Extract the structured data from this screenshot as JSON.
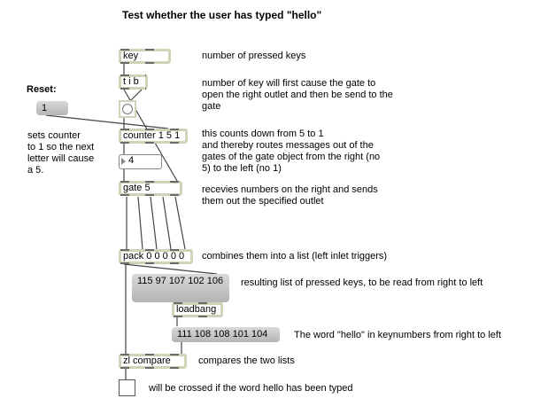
{
  "title": "Test whether the user has typed \"hello\"",
  "reset_label": "Reset:",
  "objects": {
    "key": "key",
    "tib": "t i b",
    "counter": "counter 1 5 1",
    "gate": "gate 5",
    "pack": "pack 0 0 0 0 0",
    "loadbang": "loadbang",
    "zl": "zl compare"
  },
  "messages": {
    "reset_one": "1",
    "pressed_list": "115 97 107 102 106",
    "hello_list": "111 108 108 101 104"
  },
  "number_box": "4",
  "comments": {
    "key": "number of pressed keys",
    "tib": "number of key will first cause the gate to\nopen the right outlet and then be send to the\ngate",
    "reset": "sets counter\nto 1 so the next\nletter will cause\na 5.",
    "counter": "this counts down from 5 to 1\nand thereby routes messages out of the\ngates of the gate object from the right (no\n5) to the left (no 1)",
    "gate": "recevies numbers on the right and sends\nthem out the specified outlet",
    "pack": "combines them into a list (left inlet triggers)",
    "pressed_list": "resulting list of pressed keys, to be read from right to left",
    "hello_list": "The word \"hello\" in keynumbers from right to left",
    "zl": "compares the two lists",
    "toggle": "will be crossed if the word hello has been typed"
  }
}
